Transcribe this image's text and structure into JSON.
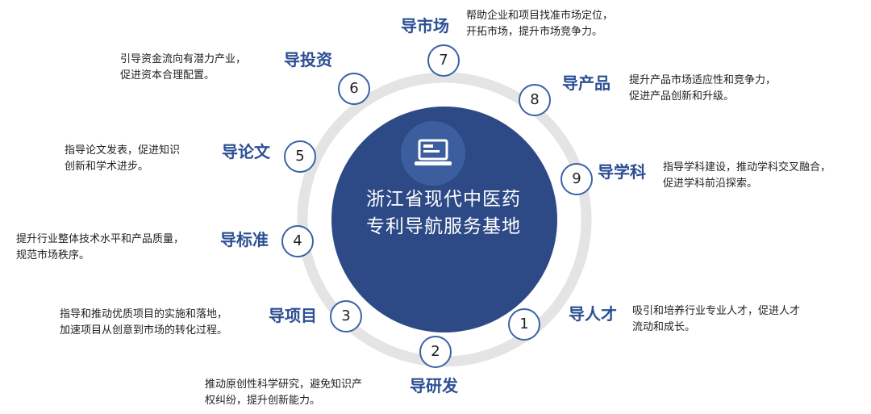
{
  "center": {
    "title_line1": "浙江省现代中医药",
    "title_line2": "专利导航服务基地",
    "icon": "laptop-icon"
  },
  "colors": {
    "core": "#2d4a86",
    "ring": "#e4e4e4",
    "accent": "#2c4f94",
    "node_border": "#3c62a6"
  },
  "items": [
    {
      "num": "1",
      "label": "导人才",
      "desc1": "吸引和培养行业专业人才，促进人才",
      "desc2": "流动和成长。"
    },
    {
      "num": "2",
      "label": "导研发",
      "desc1": "推动原创性科学研究，避免知识产",
      "desc2": "权纠纷，提升创新能力。"
    },
    {
      "num": "3",
      "label": "导项目",
      "desc1": "指导和推动优质项目的实施和落地，",
      "desc2": "加速项目从创意到市场的转化过程。"
    },
    {
      "num": "4",
      "label": "导标准",
      "desc1": "提升行业整体技术水平和产品质量，",
      "desc2": "规范市场秩序。"
    },
    {
      "num": "5",
      "label": "导论文",
      "desc1": "指导论文发表，促进知识",
      "desc2": "创新和学术进步。"
    },
    {
      "num": "6",
      "label": "导投资",
      "desc1": "引导资金流向有潜力产业，",
      "desc2": "促进资本合理配置。"
    },
    {
      "num": "7",
      "label": "导市场",
      "desc1": "帮助企业和项目找准市场定位，",
      "desc2": "开拓市场，提升市场竞争力。"
    },
    {
      "num": "8",
      "label": "导产品",
      "desc1": "提升产品市场适应性和竞争力，",
      "desc2": "促进产品创新和升级。"
    },
    {
      "num": "9",
      "label": "导学科",
      "desc1": "指导学科建设，推动学科交叉融合，",
      "desc2": "促进学科前沿探索。"
    }
  ]
}
